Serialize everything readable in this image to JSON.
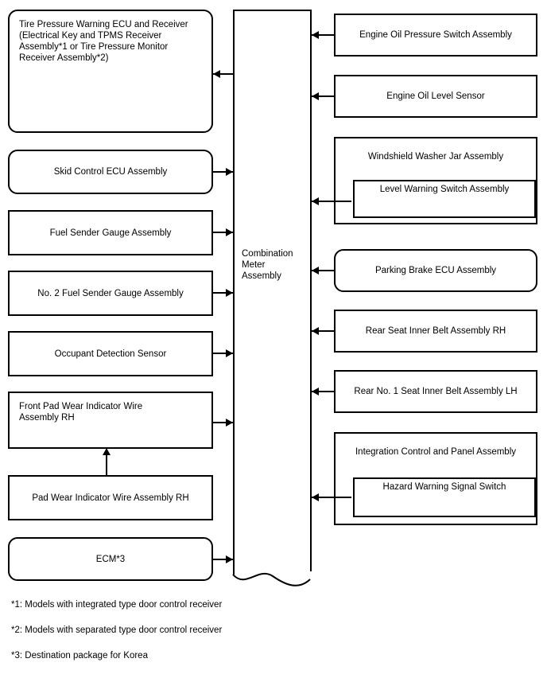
{
  "diagram": {
    "title": "Combination Meter Assembly System Diagram",
    "line_color": "#000000",
    "background": "#ffffff"
  },
  "center": {
    "name": "Combination Meter Assembly",
    "label": "Combination\nMeter\nAssembly",
    "has_break_line": true
  },
  "left_nodes": [
    {
      "id": "tire-pressure-warning-ecu",
      "label": "Tire Pressure Warning ECU and Receiver\n(Electrical Key and TPMS Receiver\nAssembly*1 or Tire Pressure Monitor\nReceiver Assembly*2)",
      "shape": "rounded",
      "text_align": "left",
      "text_valign": "top",
      "arrow_direction": "to-left-node"
    },
    {
      "id": "skid-control-ecu-assembly",
      "label": "Skid Control ECU Assembly",
      "shape": "rounded",
      "text_align": "center",
      "text_valign": "center",
      "arrow_direction": "to-meter"
    },
    {
      "id": "fuel-sender-gauge-assembly",
      "label": "Fuel Sender Gauge Assembly",
      "shape": "rect",
      "text_align": "center",
      "text_valign": "center",
      "arrow_direction": "to-meter"
    },
    {
      "id": "no-2-fuel-sender-gauge-assembly",
      "label": "No. 2 Fuel Sender Gauge Assembly",
      "shape": "rect",
      "text_align": "center",
      "text_valign": "center",
      "arrow_direction": "to-meter"
    },
    {
      "id": "occupant-detection-sensor",
      "label": "Occupant Detection Sensor",
      "shape": "rect",
      "text_align": "center",
      "text_valign": "center",
      "arrow_direction": "to-meter"
    },
    {
      "id": "front-pad-wear-indicator-wire-assembly-rh",
      "label": "Front Pad Wear Indicator Wire\nAssembly RH",
      "shape": "rect",
      "text_align": "left",
      "text_valign": "top",
      "arrow_direction": "to-meter"
    },
    {
      "id": "pad-wear-indicator-wire-assembly-rh",
      "label": "Pad Wear Indicator Wire Assembly RH",
      "shape": "rect",
      "text_align": "center",
      "text_valign": "center",
      "arrow_direction": "to-front-pad-wear"
    },
    {
      "id": "ecm",
      "label": "ECM*3",
      "shape": "rounded",
      "text_align": "center",
      "text_valign": "center",
      "arrow_direction": "to-meter"
    }
  ],
  "right_nodes": [
    {
      "id": "engine-oil-pressure-switch-assembly",
      "label": "Engine Oil Pressure Switch Assembly",
      "shape": "rect",
      "arrow_direction": "to-meter",
      "inner": null
    },
    {
      "id": "engine-oil-level-sensor",
      "label": "Engine Oil Level Sensor",
      "shape": "rect",
      "arrow_direction": "to-meter",
      "inner": null
    },
    {
      "id": "windshield-washer-jar-assembly",
      "label": "Windshield Washer Jar Assembly",
      "shape": "rect",
      "arrow_direction": "to-meter",
      "inner": {
        "id": "level-warning-switch-assembly",
        "label": "Level Warning Switch Assembly"
      }
    },
    {
      "id": "parking-brake-ecu-assembly",
      "label": "Parking Brake ECU Assembly",
      "shape": "rounded",
      "arrow_direction": "to-meter",
      "inner": null
    },
    {
      "id": "rear-seat-inner-belt-assembly-rh",
      "label": "Rear Seat Inner Belt Assembly RH",
      "shape": "rect",
      "arrow_direction": "to-meter",
      "inner": null
    },
    {
      "id": "rear-no-1-seat-inner-belt-assembly-lh",
      "label": "Rear No. 1 Seat Inner Belt Assembly LH",
      "shape": "rect",
      "arrow_direction": "to-meter",
      "inner": null
    },
    {
      "id": "integration-control-and-panel-assembly",
      "label": "Integration Control and Panel Assembly",
      "shape": "rect",
      "arrow_direction": "to-meter",
      "inner": {
        "id": "hazard-warning-signal-switch",
        "label": "Hazard Warning Signal Switch"
      }
    }
  ],
  "footnotes": [
    "*1: Models with integrated type door control receiver",
    "*2: Models with separated type door control receiver",
    "*3: Destination package for Korea"
  ]
}
